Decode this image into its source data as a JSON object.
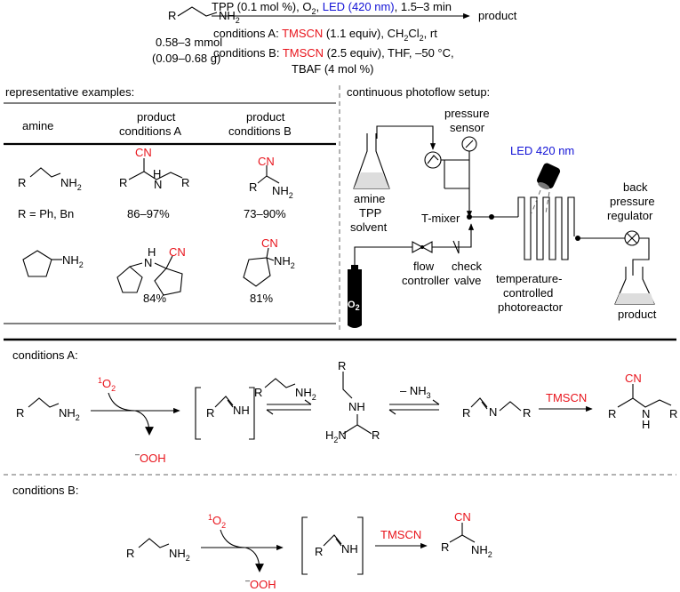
{
  "colors": {
    "highlight_red": "#e8141c",
    "led_blue": "#1212d6"
  },
  "top_scheme": {
    "reactant_R": "R",
    "reactant_NH2": "NH",
    "reactant_NH2_sub": "2",
    "amount_mmol": "0.58–3 mmol",
    "amount_g": "(0.09–0.68 g)",
    "arrow_line1_a": "TPP (0.1 mol %), O",
    "arrow_line1_sub": "2",
    "arrow_line1_b": ", ",
    "arrow_line1_led": "LED (420 nm)",
    "arrow_line1_c": ", 1.5–3 min",
    "product": "product",
    "condA_label": "conditions A: ",
    "condA_reagent": "TMSCN",
    "condA_rest_a": " (1.1 equiv), CH",
    "condA_rest_sub1": "2",
    "condA_rest_b": "Cl",
    "condA_rest_sub2": "2",
    "condA_rest_c": ", rt",
    "condB_label": "conditions B: ",
    "condB_reagent": "TMSCN",
    "condB_rest": " (2.5 equiv), THF, –50 °C,",
    "condB_line2": "TBAF (4 mol %)"
  },
  "examples_table": {
    "title": "representative examples:",
    "headers": {
      "amine": "amine",
      "product": "product",
      "condA": "conditions A",
      "condB": "conditions B"
    },
    "row1": {
      "amine_R": "R",
      "amine_NH2": "NH",
      "amine_sub": "2",
      "r_note": "R = Ph, Bn",
      "prodA_CN": "CN",
      "prodA_R": "R",
      "prodA_N": "N",
      "prodA_H": "H",
      "prodA_R2": "R",
      "prodB_CN": "CN",
      "prodB_R": "R",
      "prodB_NH2": "NH",
      "prodB_sub": "2",
      "yieldA": "86–97%",
      "yieldB": "73–90%"
    },
    "row2": {
      "amine_NH2": "NH",
      "amine_sub": "2",
      "prodA_H": "H",
      "prodA_N": "N",
      "prodA_CN": "CN",
      "prodB_CN": "CN",
      "prodB_NH2": "NH",
      "prodB_sub": "2",
      "yieldA": "84%",
      "yieldB": "81%"
    }
  },
  "flow_setup": {
    "title": "continuous photoflow setup:",
    "pressure_sensor": [
      "pressure",
      "sensor"
    ],
    "led": "LED 420 nm",
    "flask_label": [
      "amine",
      "TPP",
      "solvent"
    ],
    "t_mixer": "T-mixer",
    "back_pressure": [
      "back",
      "pressure",
      "regulator"
    ],
    "flow_controller": [
      "flow",
      "controller"
    ],
    "check_valve": [
      "check",
      "valve"
    ],
    "reactor": [
      "temperature-",
      "controlled",
      "photoreactor"
    ],
    "o2": "O",
    "o2_sub": "2",
    "product": "product"
  },
  "mechanism_A": {
    "title": "conditions A:",
    "singlet_sup": "1",
    "singlet": "O",
    "singlet_sub": "2",
    "ooh_sup": "–",
    "ooh": "OOH",
    "R": "R",
    "NH2": "NH",
    "sub2": "2",
    "imine_NH": "NH",
    "aminal_NH": "NH",
    "aminal_H2N": "H",
    "aminal_H2N_sub": "2",
    "aminal_H2N_N": "N",
    "minus_nh3": "– NH",
    "nh3_sub": "3",
    "N": "N",
    "H": "H",
    "tmscn": "TMSCN",
    "CN": "CN"
  },
  "mechanism_B": {
    "title": "conditions B:",
    "singlet_sup": "1",
    "singlet": "O",
    "singlet_sub": "2",
    "ooh_sup": "–",
    "ooh": "OOH",
    "R": "R",
    "NH2": "NH",
    "sub2": "2",
    "imine_NH": "NH",
    "tmscn": "TMSCN",
    "CN": "CN"
  }
}
